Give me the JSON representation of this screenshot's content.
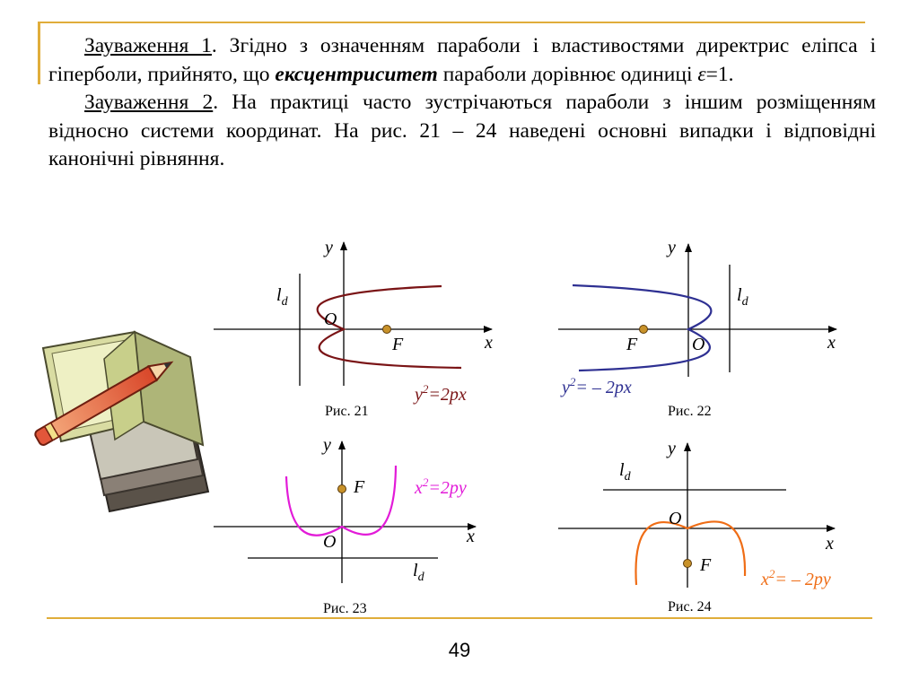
{
  "remark1": {
    "title": "Зауваження 1",
    "text_a": ". Згідно з означенням параболи і властивостями директрис еліпса і гіперболи, прийнято, що ",
    "term": "ексцентриситет",
    "text_b": " параболи дорівнює одиниці ",
    "eq_symbol": "ε",
    "eq_value": "=1."
  },
  "remark2": {
    "title": "Зауваження 2",
    "text": ". На практиці часто зустрічаються параболи з іншим розміщенням відносно системи координат. На рис. 21 – 24 наведені основні випадки і відповідні канонічні рівняння."
  },
  "figures": [
    {
      "caption": "Рис. 21",
      "equation": "=2px",
      "eq_var": "y",
      "color": "#7a1416"
    },
    {
      "caption": "Рис. 22",
      "equation": "= – 2px",
      "eq_var": "y",
      "color": "#2e3092"
    },
    {
      "caption": "Рис. 23",
      "equation": "=2py",
      "eq_var": "x",
      "color": "#e21bd8"
    },
    {
      "caption": "Рис. 24",
      "equation": "= – 2py",
      "eq_var": "x",
      "color": "#ef6d16"
    }
  ],
  "axis_labels": {
    "x": "x",
    "y": "y",
    "origin": "O",
    "focus": "F",
    "directrix_l": "l",
    "directrix_sub": "d",
    "exponent": "2"
  },
  "colors": {
    "frame": "#e0ad3a",
    "focus_point": "#c8922a"
  },
  "icons": [
    "book-pencil-icon"
  ],
  "page_number": "49"
}
